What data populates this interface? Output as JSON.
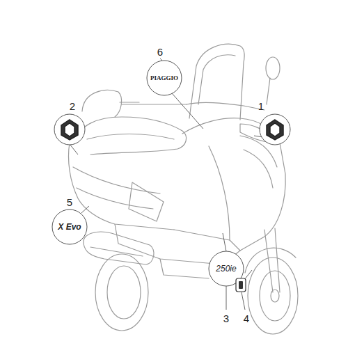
{
  "diagram": {
    "labels": [
      "6",
      "PIAGGIO",
      "2",
      "1",
      "5",
      "X Evo",
      "3",
      "250ie",
      "4"
    ]
  }
}
